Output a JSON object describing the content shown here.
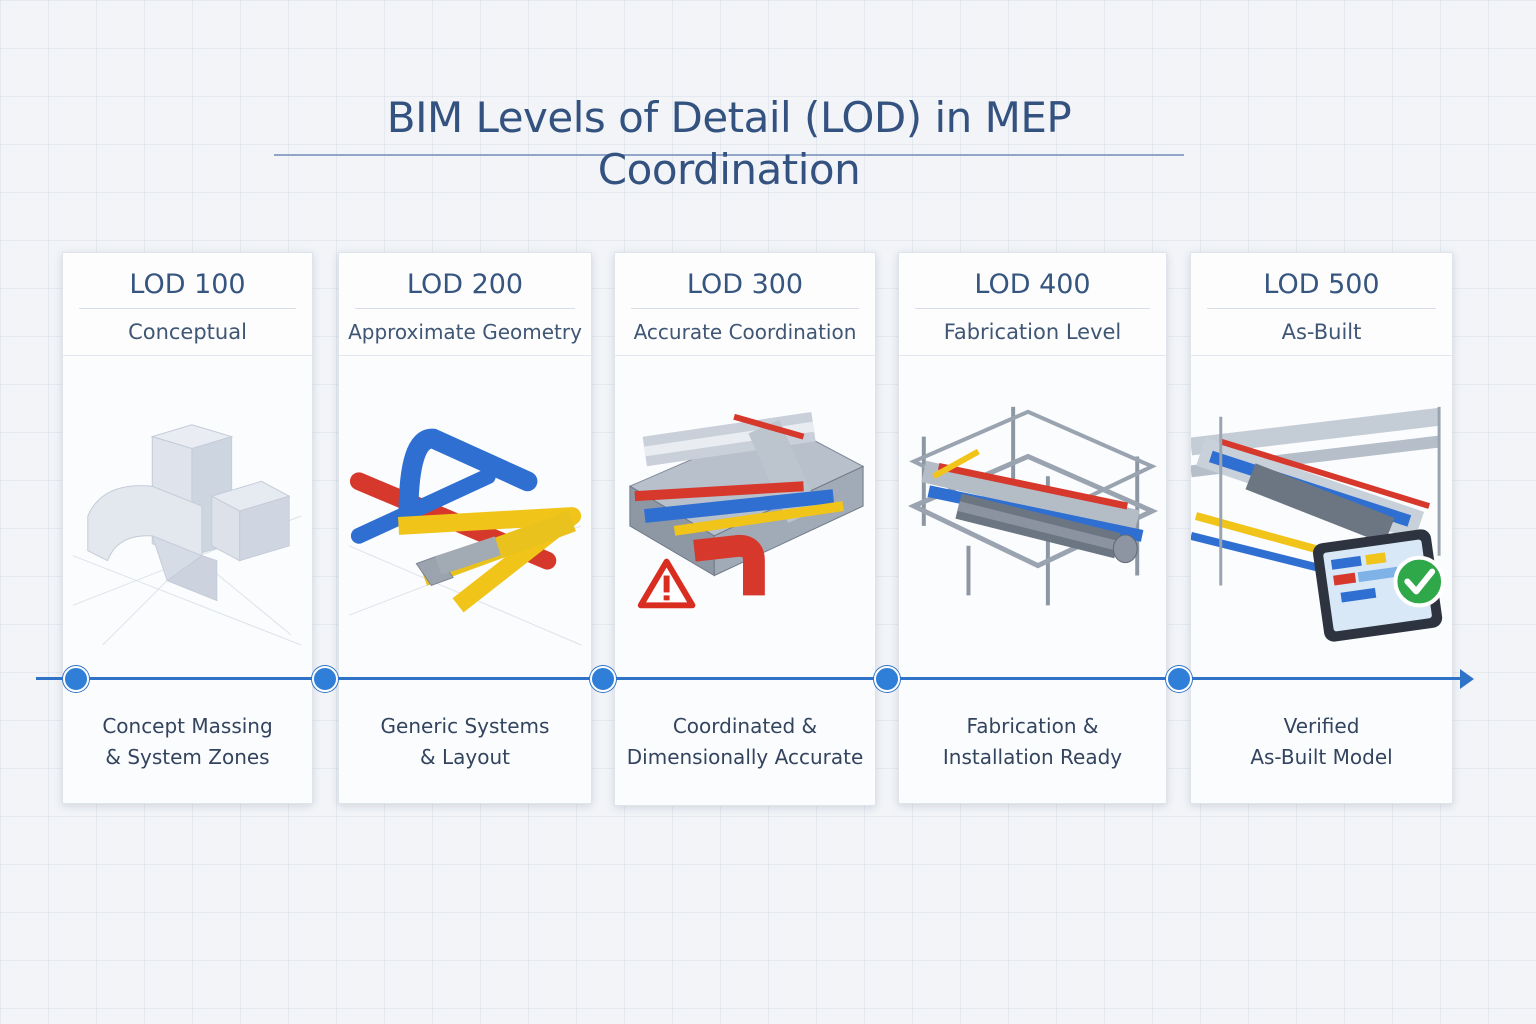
{
  "title": "BIM Levels of Detail (LOD) in MEP Coordination",
  "stages": [
    {
      "lod": "LOD 100",
      "subtitle": "Conceptual",
      "description_line1": "Concept Massing",
      "description_line2": "& System Zones",
      "icon": "conceptual-massing-icon"
    },
    {
      "lod": "LOD 200",
      "subtitle": "Approximate Geometry",
      "description_line1": "Generic Systems",
      "description_line2": "& Layout",
      "icon": "generic-pipes-icon"
    },
    {
      "lod": "LOD 300",
      "subtitle": "Accurate Coordination",
      "description_line1": "Coordinated &",
      "description_line2": "Dimensionally Accurate",
      "icon": "coordinated-mep-clash-icon"
    },
    {
      "lod": "LOD 400",
      "subtitle": "Fabrication Level",
      "description_line1": "Fabrication &",
      "description_line2": "Installation Ready",
      "icon": "fabrication-rack-icon"
    },
    {
      "lod": "LOD 500",
      "subtitle": "As-Built",
      "description_line1": "Verified",
      "description_line2": "As-Built Model",
      "icon": "as-built-tablet-check-icon"
    }
  ],
  "colors": {
    "accent": "#2f73c9",
    "title": "#34527f",
    "pipe_blue": "#2f6fd1",
    "pipe_red": "#d9362b",
    "duct_yellow": "#f0c419",
    "steel": "#a7b2be",
    "warning": "#d92d20",
    "check": "#2fa84a"
  }
}
